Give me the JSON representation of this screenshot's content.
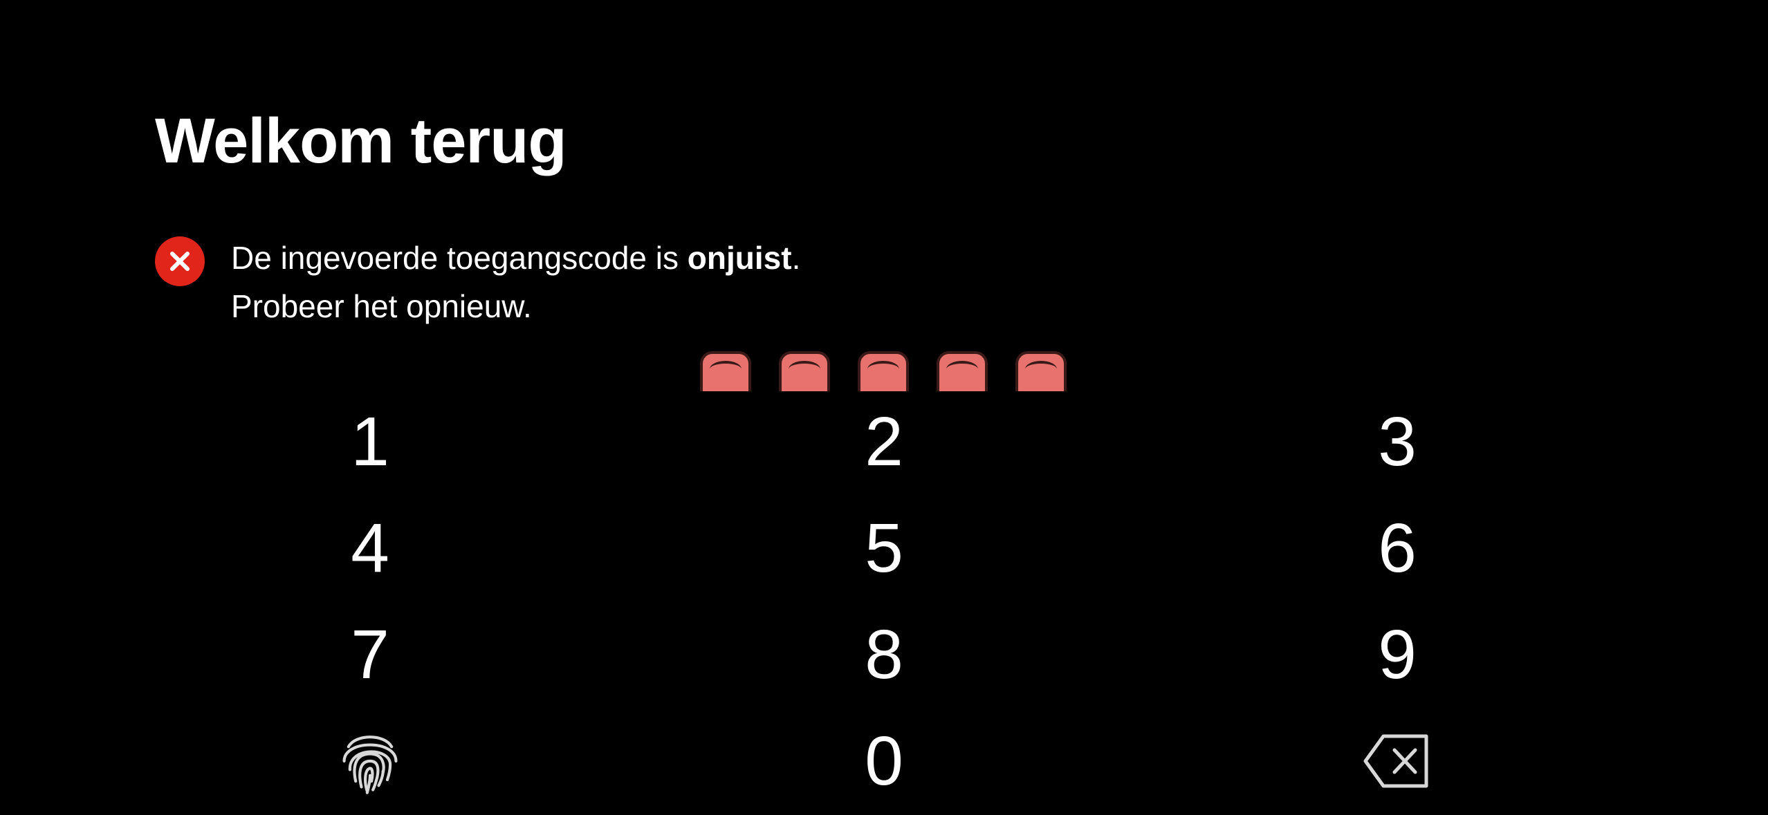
{
  "header": {
    "title": "Welkom terug"
  },
  "error": {
    "line1_prefix": "De ingevoerde toegangscode is ",
    "line1_bold": "onjuist",
    "line1_suffix": ".",
    "line2": "Probeer het opnieuw.",
    "icon": "close-icon",
    "color": "#e1251b"
  },
  "pin": {
    "filled_count": 5,
    "total": 5,
    "dot_color": "#e8736e"
  },
  "keypad": {
    "keys": [
      "1",
      "2",
      "3",
      "4",
      "5",
      "6",
      "7",
      "8",
      "9",
      "0"
    ],
    "biometric_icon": "fingerprint-icon",
    "delete_icon": "backspace-icon"
  }
}
